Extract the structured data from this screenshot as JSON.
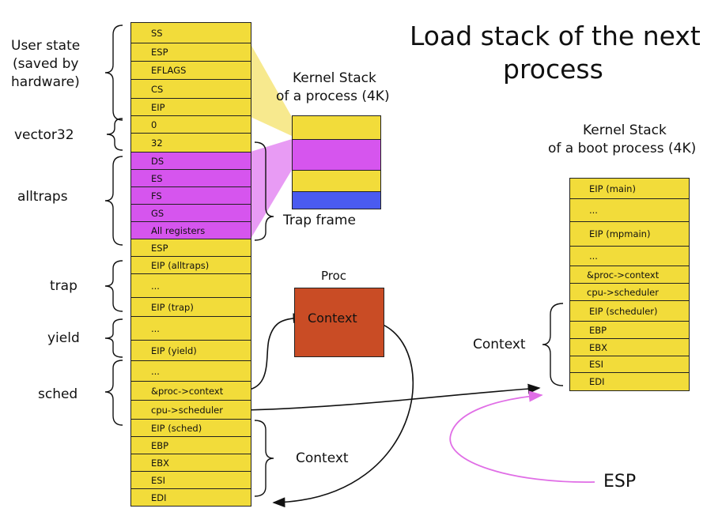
{
  "title_line1": "Load stack of the next",
  "title_line2": "process",
  "colors": {
    "yellow": "#f2dc3a",
    "magenta": "#d655ee",
    "blue": "#4a5bf0",
    "proc": "#c94c25",
    "esp_arrow": "#e06ee6"
  },
  "main_stack": {
    "cells": [
      {
        "text": "SS",
        "color": "yellow"
      },
      {
        "text": "ESP",
        "color": "yellow"
      },
      {
        "text": "EFLAGS",
        "color": "yellow"
      },
      {
        "text": "CS",
        "color": "yellow"
      },
      {
        "text": "EIP",
        "color": "yellow"
      },
      {
        "text": "0",
        "color": "yellow"
      },
      {
        "text": "32",
        "color": "yellow"
      },
      {
        "text": "DS",
        "color": "magenta"
      },
      {
        "text": "ES",
        "color": "magenta"
      },
      {
        "text": "FS",
        "color": "magenta"
      },
      {
        "text": "GS",
        "color": "magenta"
      },
      {
        "text": "All registers",
        "color": "magenta"
      },
      {
        "text": "ESP",
        "color": "yellow"
      },
      {
        "text": "EIP (alltraps)",
        "color": "yellow"
      },
      {
        "text": "...",
        "color": "yellow"
      },
      {
        "text": "EIP (trap)",
        "color": "yellow"
      },
      {
        "text": "...",
        "color": "yellow"
      },
      {
        "text": "EIP (yield)",
        "color": "yellow"
      },
      {
        "text": "...",
        "color": "yellow"
      },
      {
        "text": "&proc->context",
        "color": "yellow"
      },
      {
        "text": "cpu->scheduler",
        "color": "yellow"
      },
      {
        "text": "EIP (sched)",
        "color": "yellow"
      },
      {
        "text": "EBP",
        "color": "yellow"
      },
      {
        "text": "EBX",
        "color": "yellow"
      },
      {
        "text": "ESI",
        "color": "yellow"
      },
      {
        "text": "EDI",
        "color": "yellow"
      }
    ]
  },
  "left_labels": {
    "user_state": [
      "User state",
      "(saved by",
      "hardware)"
    ],
    "vector32": "vector32",
    "alltraps": "alltraps",
    "trap": "trap",
    "yield": "yield",
    "sched": "sched"
  },
  "kernel_stack_small": {
    "title": [
      "Kernel Stack",
      "of a process (4K)"
    ],
    "blocks": [
      "yellow",
      "magenta",
      "yellow",
      "blue"
    ]
  },
  "trap_frame_label": "Trap frame",
  "context_label_bottom": "Context",
  "proc": {
    "title": "Proc",
    "context": "Context"
  },
  "boot_stack": {
    "title": [
      "Kernel Stack",
      "of a boot process (4K)"
    ],
    "cells": [
      "EIP (main)",
      "...",
      "EIP (mpmain)",
      "...",
      "&proc->context",
      "cpu->scheduler",
      "EIP (scheduler)",
      "EBP",
      "EBX",
      "ESI",
      "EDI"
    ],
    "context_label": "Context"
  },
  "esp_label": "ESP"
}
